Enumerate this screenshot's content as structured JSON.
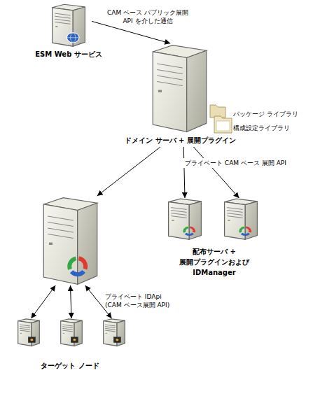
{
  "diagram": {
    "nodes": [
      {
        "text": [
          "ESM Web サービス"
        ]
      },
      {
        "text": [
          "ドメイン サーバ + 展開プラグイン"
        ]
      },
      {
        "text": []
      },
      {
        "text": []
      },
      {
        "text": []
      },
      {
        "text": []
      },
      {
        "text": []
      },
      {
        "text": []
      }
    ],
    "edges": [
      {
        "from": 0,
        "to": 1,
        "arrow": "to",
        "label": "CAM ベース パブリック展開 API を介した通信"
      },
      {
        "from": 1,
        "to": 2,
        "arrow": "to"
      },
      {
        "from": 1,
        "to": 3,
        "arrow": "to"
      },
      {
        "from": 1,
        "to": 4,
        "arrow": "to"
      },
      {
        "from": 2,
        "to": 5,
        "arrow": "both"
      },
      {
        "from": 2,
        "to": 6,
        "arrow": "both"
      },
      {
        "from": 2,
        "to": 7,
        "arrow": "both"
      }
    ],
    "labels": [
      "パッケージ ライブラリ",
      "構成設定ライブラリ",
      "プライベート CAM ベース 展開 API",
      "配布サーバ + 展開プラグインおよび IDManager",
      "プライベート IDApi (CAM ベース展開 API)",
      "ターゲット ノード"
    ]
  }
}
